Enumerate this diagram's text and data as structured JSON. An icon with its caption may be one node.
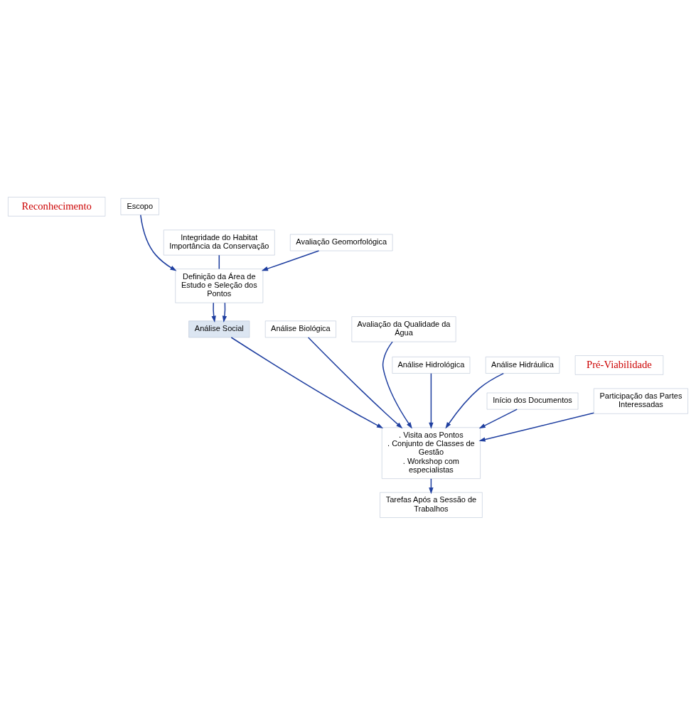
{
  "diagram": {
    "nodes": [
      {
        "text": [
          "Reconhecimento"
        ]
      },
      {
        "text": [
          "Escopo"
        ]
      },
      {
        "text": [
          "Integridade do Habitat Importância da Conservação"
        ]
      },
      {
        "text": [
          "Avaliação Geomorfológica"
        ]
      },
      {
        "text": [
          "Definição da Área de Estudo e Seleção dos Pontos"
        ]
      },
      {
        "text": [
          "Análise Biológica"
        ]
      },
      {
        "text": [
          "Análise Social"
        ]
      },
      {
        "text": [
          "Avaliação da Qualidade da Água"
        ]
      },
      {
        "text": [
          "Pré-Viabilidade"
        ]
      },
      {
        "text": [
          "Análise Hidrológica"
        ]
      },
      {
        "text": [
          "Análise Hidráulica"
        ]
      },
      {
        "text": [
          "Início dos Documentos"
        ]
      },
      {
        "text": [
          "Participação das Partes Interessadas"
        ]
      },
      {
        "text": [
          ". Visita aos Pontos",
          ". Conjunto de Classes de Gestão",
          ". Workshop com especialistas"
        ]
      },
      {
        "text": [
          "Tarefas Após a Sessão de Trabalhos"
        ]
      }
    ],
    "edges": [
      {
        "from": 1,
        "to": 4,
        "arrow": "to"
      },
      {
        "from": 3,
        "to": 4,
        "arrow": "to"
      },
      {
        "from": 2,
        "to": 4,
        "arrow": "none"
      },
      {
        "from": 4,
        "to": 6,
        "arrow": "to"
      },
      {
        "from": 4,
        "to": 6,
        "arrow": "to"
      },
      {
        "from": 5,
        "to": 13,
        "arrow": "to"
      },
      {
        "from": 6,
        "to": 13,
        "arrow": "to"
      },
      {
        "from": 7,
        "to": 13,
        "arrow": "to"
      },
      {
        "from": 9,
        "to": 13,
        "arrow": "to"
      },
      {
        "from": 10,
        "to": 13,
        "arrow": "to"
      },
      {
        "from": 11,
        "to": 13,
        "arrow": "to"
      },
      {
        "from": 12,
        "to": 13,
        "arrow": "to"
      },
      {
        "from": 13,
        "to": 14,
        "arrow": "to"
      }
    ]
  }
}
